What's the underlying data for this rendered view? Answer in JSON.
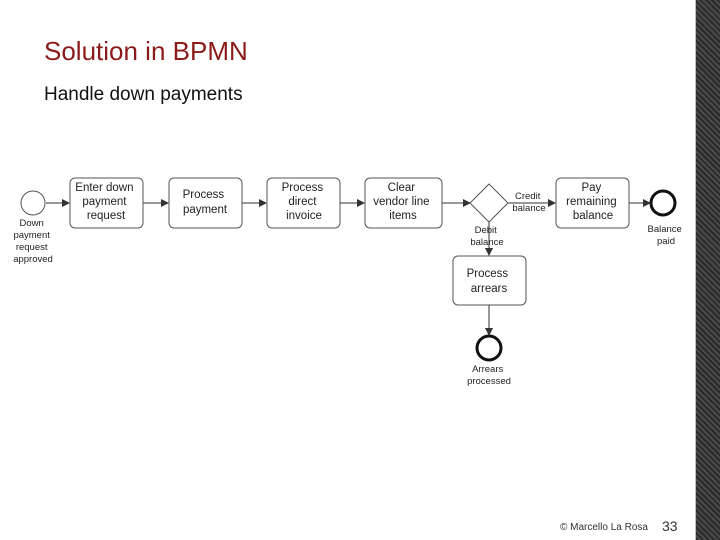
{
  "slide": {
    "title": "Solution in BPMN",
    "subtitle": "Handle down payments",
    "footer": "© Marcello La Rosa",
    "page_number": "33"
  },
  "diagram": {
    "start_event": [
      "Down",
      "payment",
      "request",
      "approved"
    ],
    "tasks": {
      "enter_down_payment": [
        "Enter down",
        "payment",
        "request"
      ],
      "process_payment": [
        "Process",
        "payment"
      ],
      "process_direct_invoice": [
        "Process",
        "direct",
        "invoice"
      ],
      "clear_vendor_line_items": [
        "Clear",
        "vendor line",
        "items"
      ],
      "pay_remaining_balance": [
        "Pay",
        "remaining",
        "balance"
      ],
      "process_arrears": [
        "Process",
        "arrears"
      ]
    },
    "flows": {
      "credit_balance": [
        "Credit",
        "balance"
      ],
      "debit_balance": [
        "Debit",
        "balance"
      ]
    },
    "end_events": {
      "balance_paid": [
        "Balance",
        "paid"
      ],
      "arrears_processed": [
        "Arrears",
        "processed"
      ]
    }
  }
}
